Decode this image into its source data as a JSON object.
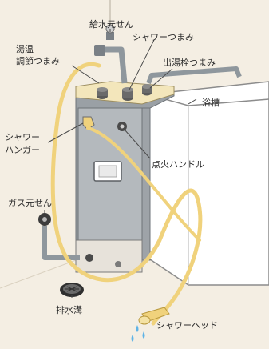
{
  "labels": {
    "water_supply_valve": "給水元せん",
    "shower_knob": "シャワーつまみ",
    "temp_knob_line1": "湯温",
    "temp_knob_line2": "調節つまみ",
    "faucet_knob": "出湯栓つまみ",
    "bathtub": "浴槽",
    "shower_hanger_line1": "シャワー",
    "shower_hanger_line2": "ハンガー",
    "ignition_handle": "点火ハンドル",
    "gas_valve": "ガス元せん",
    "drain": "排水溝",
    "shower_head": "シャワーヘッド"
  },
  "colors": {
    "background": "#f4eee3",
    "heater_body": "#b4b9bd",
    "heater_top": "#f3e6bb",
    "hose": "#f0d27c",
    "pipe": "#8f979d",
    "water": "#5fb3e6"
  }
}
